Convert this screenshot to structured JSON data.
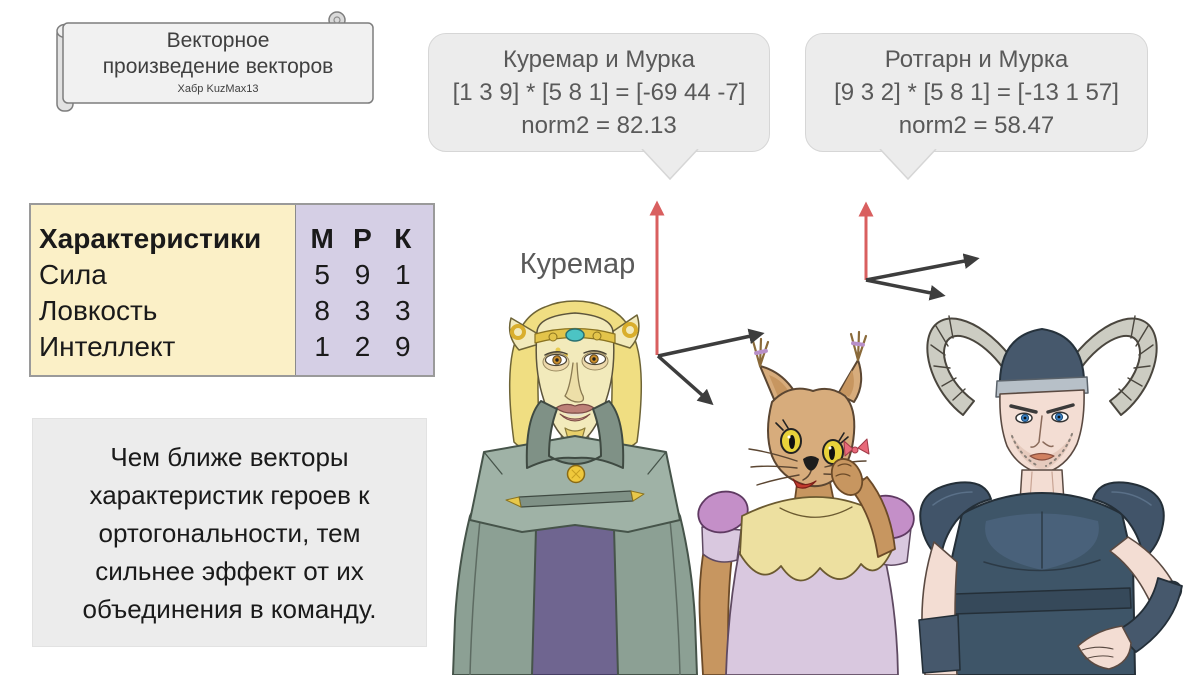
{
  "banner": {
    "title_line1": "Векторное",
    "title_line2": "произведение векторов",
    "subtitle": "Хабр KuzMax13"
  },
  "bubbles": [
    {
      "title": "Куремар и Мурка",
      "formula": "[1 3 9] * [5 8 1] = [-69 44 -7]",
      "norm": "norm2 = 82.13"
    },
    {
      "title": "Ротгарн и Мурка",
      "formula": "[9 3 2] * [5 8 1] = [-13 1 57]",
      "norm": "norm2 = 58.47"
    }
  ],
  "stats_table": {
    "header": {
      "label": "Характеристики",
      "columns": [
        "М",
        "Р",
        "К"
      ]
    },
    "rows": [
      {
        "label": "Сила",
        "values": [
          5,
          9,
          1
        ]
      },
      {
        "label": "Ловкость",
        "values": [
          8,
          3,
          3
        ]
      },
      {
        "label": "Интеллект",
        "values": [
          1,
          2,
          9
        ]
      }
    ]
  },
  "note": {
    "text": "Чем ближе векторы характеристик героев к ортогональности, тем сильнее эффект от их объединения в команду."
  },
  "character_labels": {
    "kuremar": "Куремар"
  },
  "colors": {
    "red_arrow": "#d95f5f",
    "dark_arrow": "#3d3d3d",
    "bubble_fill": "#ececec",
    "bubble_border": "#d6d6d6",
    "bubble_text": "#595959",
    "table_label_bg": "#fbf0c7",
    "table_values_bg": "#d5cfe5",
    "table_border": "#9a9a9a",
    "note_bg": "#ececec",
    "banner_fill": "#f1f1f1",
    "text_dark": "#1a1a1a",
    "label_gray": "#5a5a5a"
  }
}
